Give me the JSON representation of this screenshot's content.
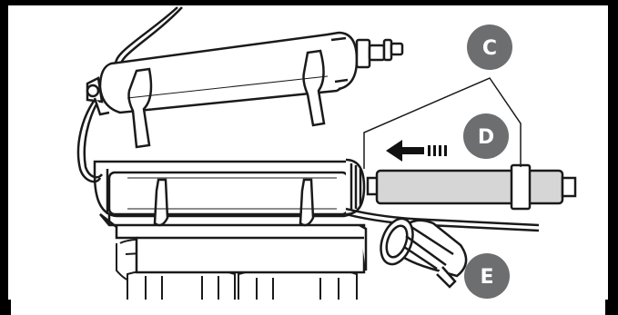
{
  "callouts": {
    "c": {
      "text": "C",
      "fill": "#6d6e70"
    },
    "d": {
      "text": "D",
      "fill": "#6d6e70"
    },
    "e": {
      "text": "E",
      "fill": "#6d6e70"
    }
  },
  "colors": {
    "frame": "#000000",
    "outline": "#1a1a1a",
    "cartridge_fill": "#d6d6d6",
    "housing_fill": "#ffffff",
    "arrow": "#111111"
  },
  "icons": {
    "direction": "arrow-left-icon"
  }
}
